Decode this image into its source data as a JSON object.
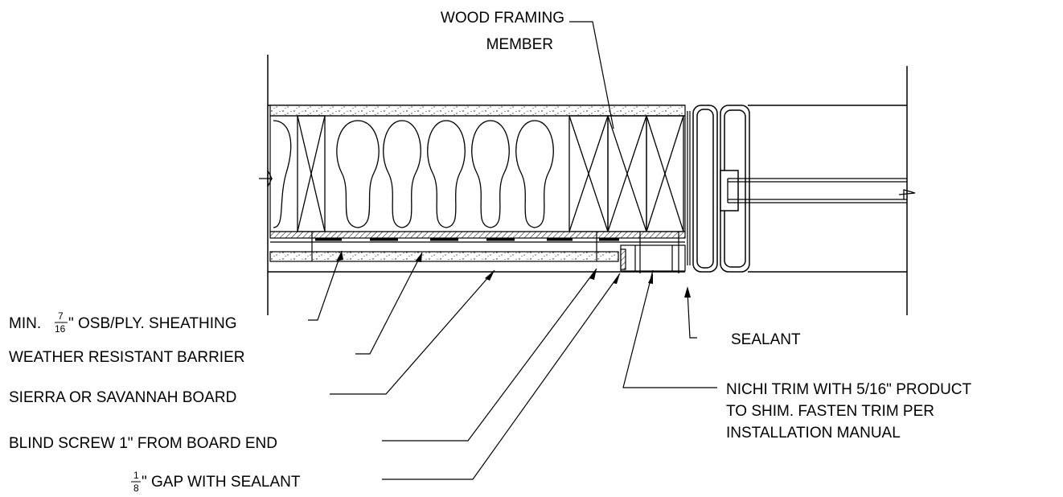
{
  "labels": {
    "wood_framing_l1": "WOOD FRAMING",
    "wood_framing_l2": "MEMBER",
    "osb_prefix": "MIN. ",
    "osb_frac_num": "7",
    "osb_frac_den": "16",
    "osb_suffix": "\" OSB/PLY. SHEATHING",
    "wrb": "WEATHER RESISTANT  BARRIER",
    "board": "SIERRA OR SAVANNAH BOARD",
    "blind_screw": "BLIND SCREW 1\" FROM BOARD END",
    "gap_frac_num": "1",
    "gap_frac_den": "8",
    "gap_suffix": "\" GAP WITH SEALANT",
    "sealant": "SEALANT",
    "nichi_l1": "NICHI TRIM WITH 5/16\" PRODUCT",
    "nichi_l2": "TO SHIM. FASTEN TRIM PER",
    "nichi_l3": "INSTALLATION MANUAL"
  }
}
